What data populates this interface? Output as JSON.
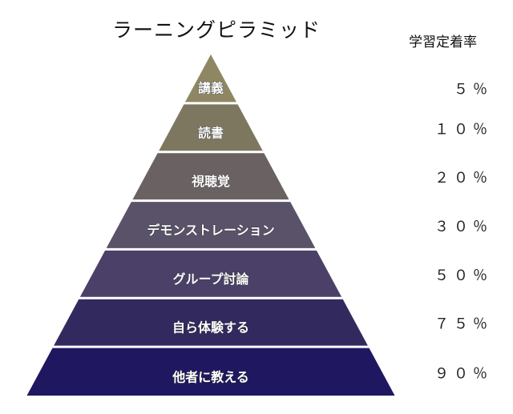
{
  "title": "ラーニングピラミッド",
  "rate_header": "学習定着率",
  "layers": [
    {
      "label": "講義",
      "rate": "５％",
      "color": "#8f8763"
    },
    {
      "label": "読書",
      "rate": "１０％",
      "color": "#7e7760"
    },
    {
      "label": "視聴覚",
      "rate": "２０％",
      "color": "#6a6262"
    },
    {
      "label": "デモンストレーション",
      "rate": "３０％",
      "color": "#5a5269"
    },
    {
      "label": "グループ討論",
      "rate": "５０％",
      "color": "#4a4068"
    },
    {
      "label": "自ら体験する",
      "rate": "７５％",
      "color": "#32295f"
    },
    {
      "label": "他者に教える",
      "rate": "９０％",
      "color": "#1f1860"
    }
  ]
}
